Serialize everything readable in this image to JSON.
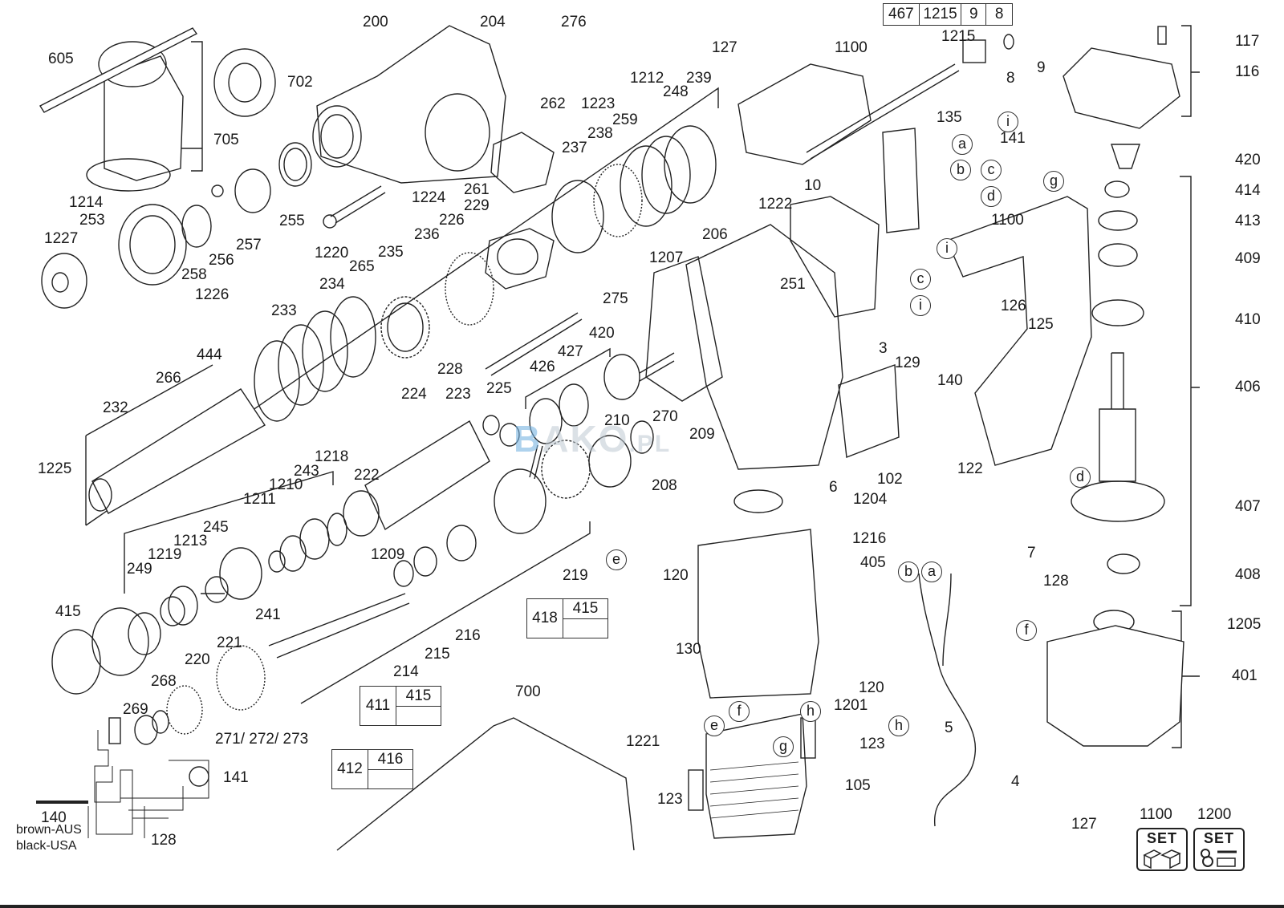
{
  "diagram": {
    "type": "exploded parts diagram",
    "subject": "rotary hammer drill",
    "watermark": {
      "prefix": "B",
      "text": "AKO",
      "suffix": ".PL"
    },
    "part_labels": [
      {
        "id": "605"
      },
      {
        "id": "702"
      },
      {
        "id": "705"
      },
      {
        "id": "200"
      },
      {
        "id": "204"
      },
      {
        "id": "276"
      },
      {
        "id": "262"
      },
      {
        "id": "1223"
      },
      {
        "id": "1212"
      },
      {
        "id": "248"
      },
      {
        "id": "239"
      },
      {
        "id": "259"
      },
      {
        "id": "238"
      },
      {
        "id": "237"
      },
      {
        "id": "1224"
      },
      {
        "id": "261"
      },
      {
        "id": "229"
      },
      {
        "id": "226"
      },
      {
        "id": "236"
      },
      {
        "id": "235"
      },
      {
        "id": "265"
      },
      {
        "id": "234"
      },
      {
        "id": "233"
      },
      {
        "id": "255"
      },
      {
        "id": "1220"
      },
      {
        "id": "1214"
      },
      {
        "id": "253"
      },
      {
        "id": "1227"
      },
      {
        "id": "258"
      },
      {
        "id": "256"
      },
      {
        "id": "257"
      },
      {
        "id": "1226"
      },
      {
        "id": "444"
      },
      {
        "id": "266"
      },
      {
        "id": "232"
      },
      {
        "id": "1225"
      },
      {
        "id": "275"
      },
      {
        "id": "228"
      },
      {
        "id": "420"
      },
      {
        "id": "427"
      },
      {
        "id": "426"
      },
      {
        "id": "225"
      },
      {
        "id": "224"
      },
      {
        "id": "223"
      },
      {
        "id": "222"
      },
      {
        "id": "1218"
      },
      {
        "id": "243"
      },
      {
        "id": "1210"
      },
      {
        "id": "1211"
      },
      {
        "id": "245"
      },
      {
        "id": "1213"
      },
      {
        "id": "1219"
      },
      {
        "id": "249"
      },
      {
        "id": "241"
      },
      {
        "id": "1209"
      },
      {
        "id": "415"
      },
      {
        "id": "221"
      },
      {
        "id": "220"
      },
      {
        "id": "268"
      },
      {
        "id": "269"
      },
      {
        "id": "271/ 272/ 273"
      },
      {
        "id": "141"
      },
      {
        "id": "140"
      },
      {
        "id": "128"
      },
      {
        "id": "214"
      },
      {
        "id": "215"
      },
      {
        "id": "216"
      },
      {
        "id": "219"
      },
      {
        "id": "210"
      },
      {
        "id": "270"
      },
      {
        "id": "209"
      },
      {
        "id": "208"
      },
      {
        "id": "700"
      },
      {
        "id": "127"
      },
      {
        "id": "1100"
      },
      {
        "id": "1222"
      },
      {
        "id": "1215"
      },
      {
        "id": "8"
      },
      {
        "id": "9"
      },
      {
        "id": "135"
      },
      {
        "id": "10"
      },
      {
        "id": "206"
      },
      {
        "id": "1207"
      },
      {
        "id": "251"
      },
      {
        "id": "3"
      },
      {
        "id": "129"
      },
      {
        "id": "6"
      },
      {
        "id": "102"
      },
      {
        "id": "122"
      },
      {
        "id": "1204"
      },
      {
        "id": "126"
      },
      {
        "id": "125"
      },
      {
        "id": "7"
      },
      {
        "id": "117"
      },
      {
        "id": "116"
      },
      {
        "id": "420"
      },
      {
        "id": "414"
      },
      {
        "id": "413"
      },
      {
        "id": "409"
      },
      {
        "id": "410"
      },
      {
        "id": "406"
      },
      {
        "id": "407"
      },
      {
        "id": "408"
      },
      {
        "id": "1205"
      },
      {
        "id": "401"
      },
      {
        "id": "1216"
      },
      {
        "id": "405"
      },
      {
        "id": "120"
      },
      {
        "id": "130"
      },
      {
        "id": "1201"
      },
      {
        "id": "1221"
      },
      {
        "id": "123"
      },
      {
        "id": "105"
      },
      {
        "id": "5"
      },
      {
        "id": "4"
      },
      {
        "id": "1200"
      }
    ],
    "labels": {
      "l605": "605",
      "l702": "702",
      "l705": "705",
      "l200": "200",
      "l204": "204",
      "l276": "276",
      "l262": "262",
      "l1223": "1223",
      "l1212": "1212",
      "l248": "248",
      "l239": "239",
      "l259": "259",
      "l238": "238",
      "l237": "237",
      "l1224": "1224",
      "l261": "261",
      "l229": "229",
      "l226": "226",
      "l236": "236",
      "l235": "235",
      "l265": "265",
      "l234": "234",
      "l233": "233",
      "l255": "255",
      "l1220": "1220",
      "l1214": "1214",
      "l253": "253",
      "l1227": "1227",
      "l258": "258",
      "l256": "256",
      "l257": "257",
      "l1226": "1226",
      "l444": "444",
      "l266": "266",
      "l232": "232",
      "l1225": "1225",
      "l275": "275",
      "l228": "228",
      "l420a": "420",
      "l427": "427",
      "l426": "426",
      "l225": "225",
      "l224": "224",
      "l223": "223",
      "l222": "222",
      "l1218": "1218",
      "l243": "243",
      "l1210": "1210",
      "l1211": "1211",
      "l245": "245",
      "l1213": "1213",
      "l1219": "1219",
      "l249": "249",
      "l241": "241",
      "l1209": "1209",
      "l415": "415",
      "l221": "221",
      "l220": "220",
      "l268": "268",
      "l269": "269",
      "l271": "271/ 272/ 273",
      "l141a": "141",
      "l140a": "140",
      "l128a": "128",
      "l214": "214",
      "l215": "215",
      "l216": "216",
      "l219": "219",
      "l210": "210",
      "l270": "270",
      "l209": "209",
      "l208": "208",
      "l700": "700",
      "l127a": "127",
      "l1100a": "1100",
      "l1222": "1222",
      "l1215": "1215",
      "l8": "8",
      "l9": "9",
      "l135": "135",
      "l10": "10",
      "l206": "206",
      "l1207": "1207",
      "l251": "251",
      "l3": "3",
      "l129": "129",
      "l6": "6",
      "l102": "102",
      "l122": "122",
      "l1204": "1204",
      "l126": "126",
      "l125": "125",
      "l7": "7",
      "l141b": "141",
      "l140b": "140",
      "l1100b": "1100",
      "l128b": "128",
      "l117": "117",
      "l116": "116",
      "l420b": "420",
      "l414": "414",
      "l413": "413",
      "l409": "409",
      "l410": "410",
      "l406": "406",
      "l407": "407",
      "l408": "408",
      "l1205": "1205",
      "l401": "401",
      "l1216": "1216",
      "l405": "405",
      "l120a": "120",
      "l120b": "120",
      "l130": "130",
      "l1201": "1201",
      "l1221": "1221",
      "l123a": "123",
      "l123b": "123",
      "l105": "105",
      "l5": "5",
      "l4": "4",
      "l127b": "127",
      "l1100c": "1100",
      "l1200": "1200"
    },
    "connector_markers": {
      "a1": "a",
      "b1": "b",
      "c1": "c",
      "d1": "d",
      "i1": "i",
      "c2": "c",
      "i2": "i",
      "i3": "i",
      "g1": "g",
      "e1": "e",
      "d2": "d",
      "f1": "f",
      "b2": "b",
      "a2": "a",
      "f2": "f",
      "e2": "e",
      "g2": "g",
      "h1": "h",
      "h2": "h"
    },
    "header_table": {
      "cells": [
        "467",
        "1215",
        "9",
        "8"
      ]
    },
    "sub_assembly_boxes": [
      {
        "main": "418",
        "sub": "415"
      },
      {
        "main": "411",
        "sub": "415"
      },
      {
        "main": "412",
        "sub": "416"
      }
    ],
    "set_icons": [
      {
        "number": "1100",
        "text": "SET",
        "icon": "housing-set-icon"
      },
      {
        "number": "1200",
        "text": "SET",
        "icon": "screw-seal-grease-set-icon"
      }
    ],
    "wiring_legend": {
      "line1": "brown-AUS",
      "line2": "black-USA"
    }
  }
}
